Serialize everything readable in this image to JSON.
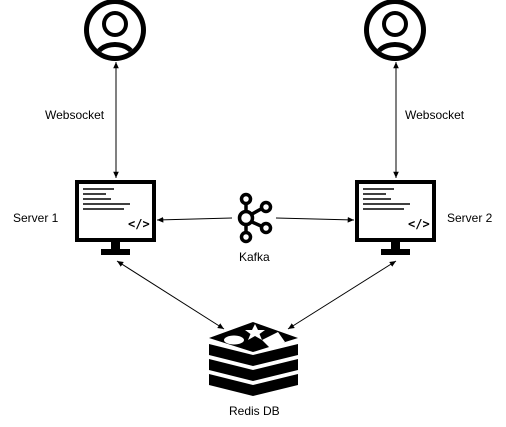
{
  "nodes": {
    "user_left": {
      "icon": "user-icon"
    },
    "user_right": {
      "icon": "user-icon"
    },
    "server_left": {
      "label": "Server 1",
      "icon": "monitor-code-icon"
    },
    "server_right": {
      "label": "Server 2",
      "icon": "monitor-code-icon"
    },
    "kafka": {
      "label": "Kafka",
      "icon": "kafka-icon"
    },
    "redis": {
      "label": "Redis DB",
      "icon": "redis-icon"
    }
  },
  "edges": {
    "left_websocket": {
      "label": "Websocket"
    },
    "right_websocket": {
      "label": "Websocket"
    }
  },
  "colors": {
    "stroke": "#000000",
    "background": "#ffffff"
  }
}
